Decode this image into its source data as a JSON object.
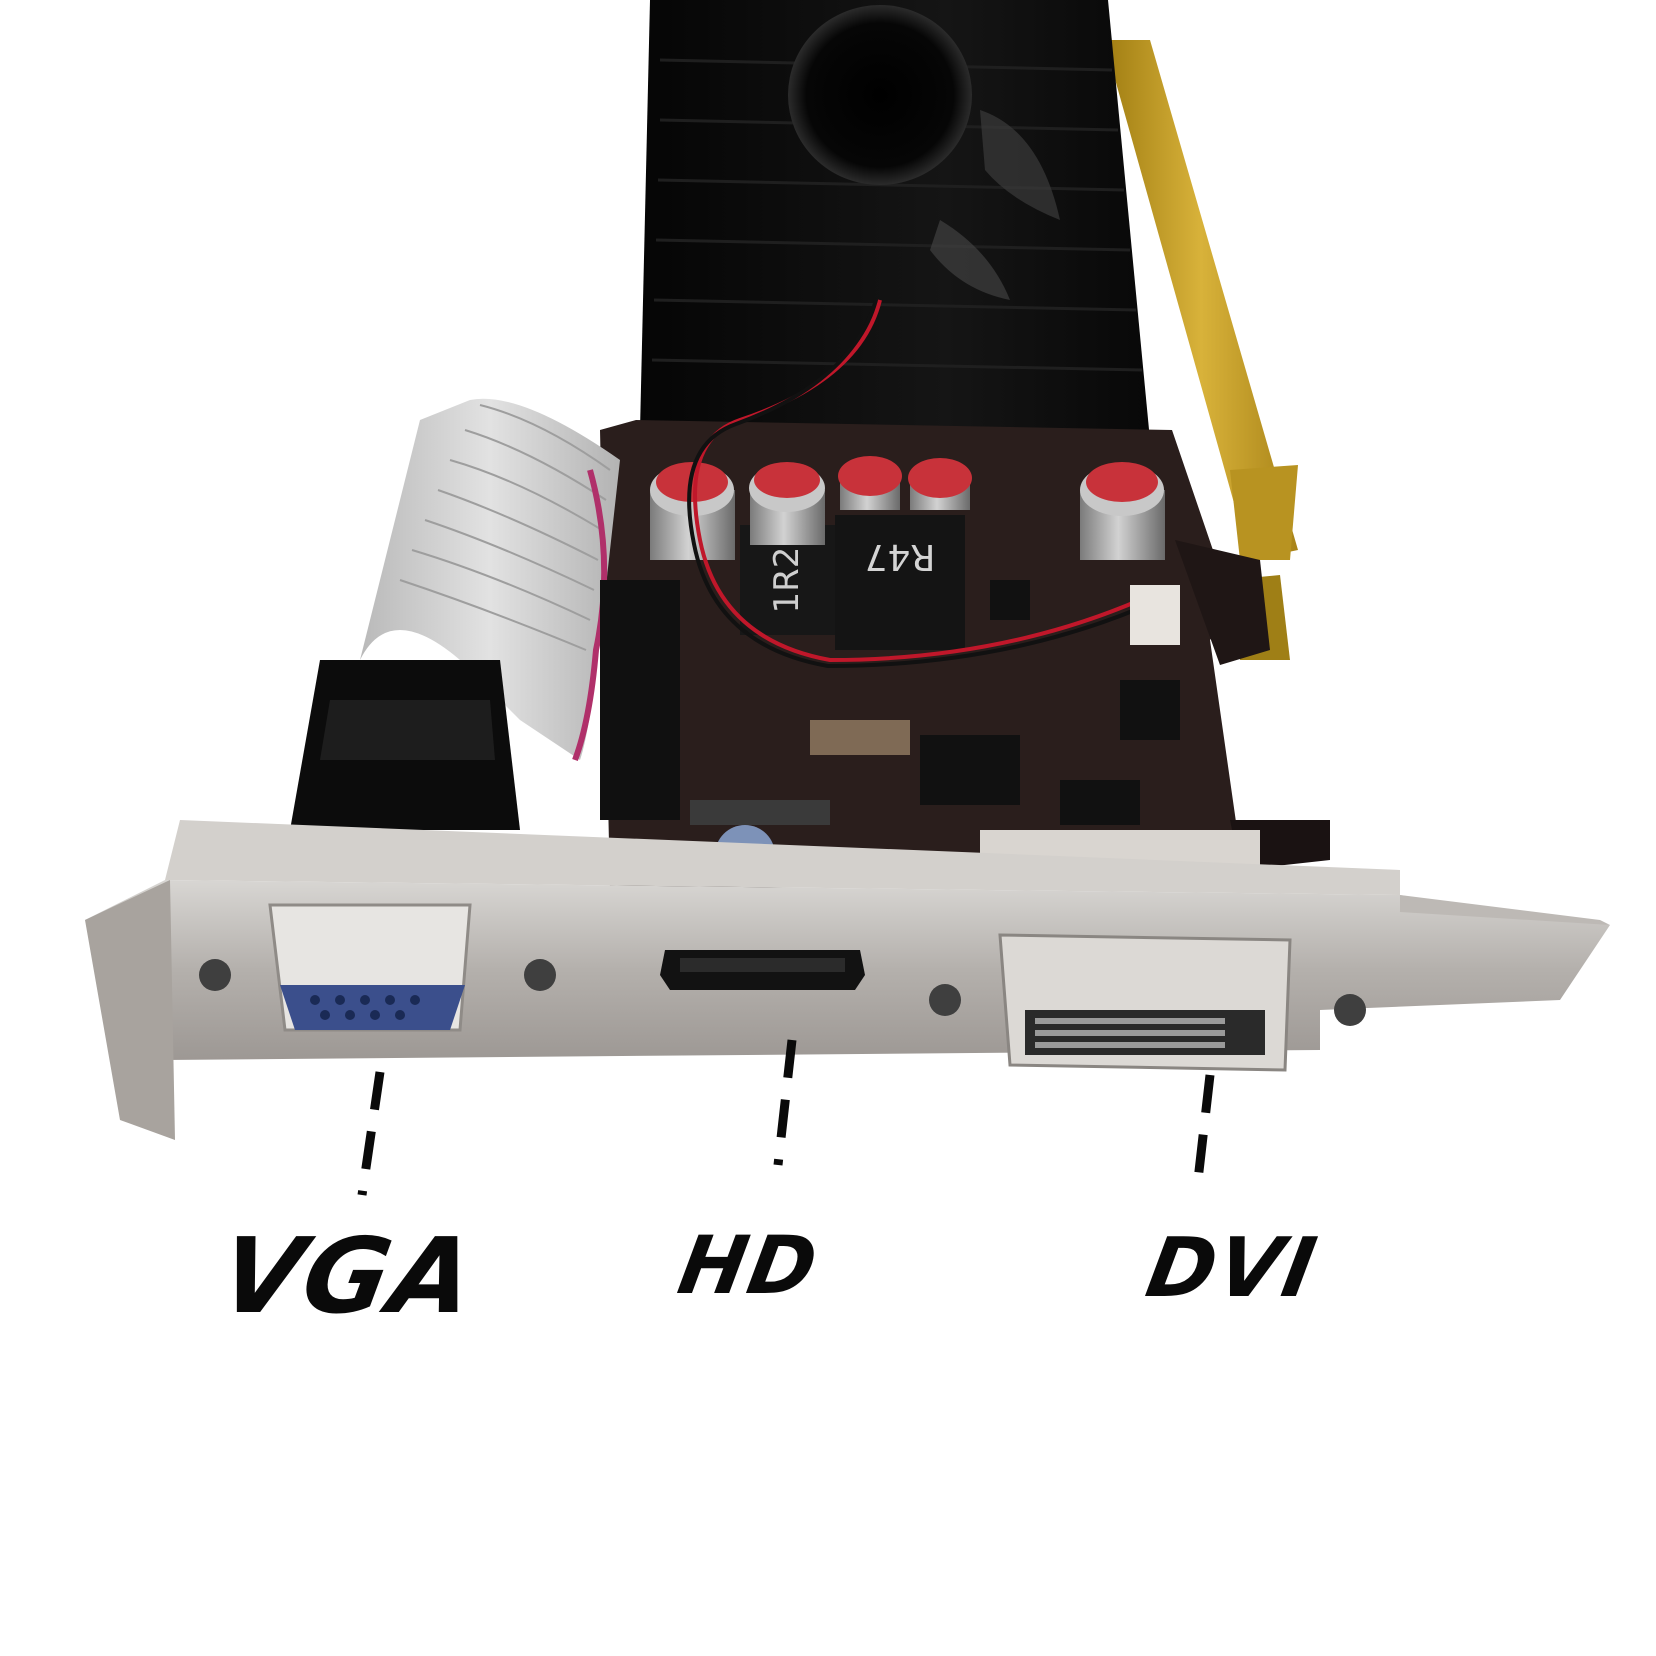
{
  "labels": {
    "vga": "VGA",
    "hd": "HD",
    "dvi": "DVI"
  },
  "components": {
    "inductor_left": "1R2",
    "inductor_right": "R47"
  },
  "colors": {
    "pcb": "#2a1e1c",
    "heatsink": "#0d0d0d",
    "gold_fingers": "#c9a227",
    "bracket": "#b8b4b0",
    "vga_blue": "#3b4f8c",
    "ribbon_cable": "#cfcfcf",
    "wire_red": "#c0172a",
    "capacitor": "#9a9a9a",
    "capacitor_top": "#c8323a"
  }
}
